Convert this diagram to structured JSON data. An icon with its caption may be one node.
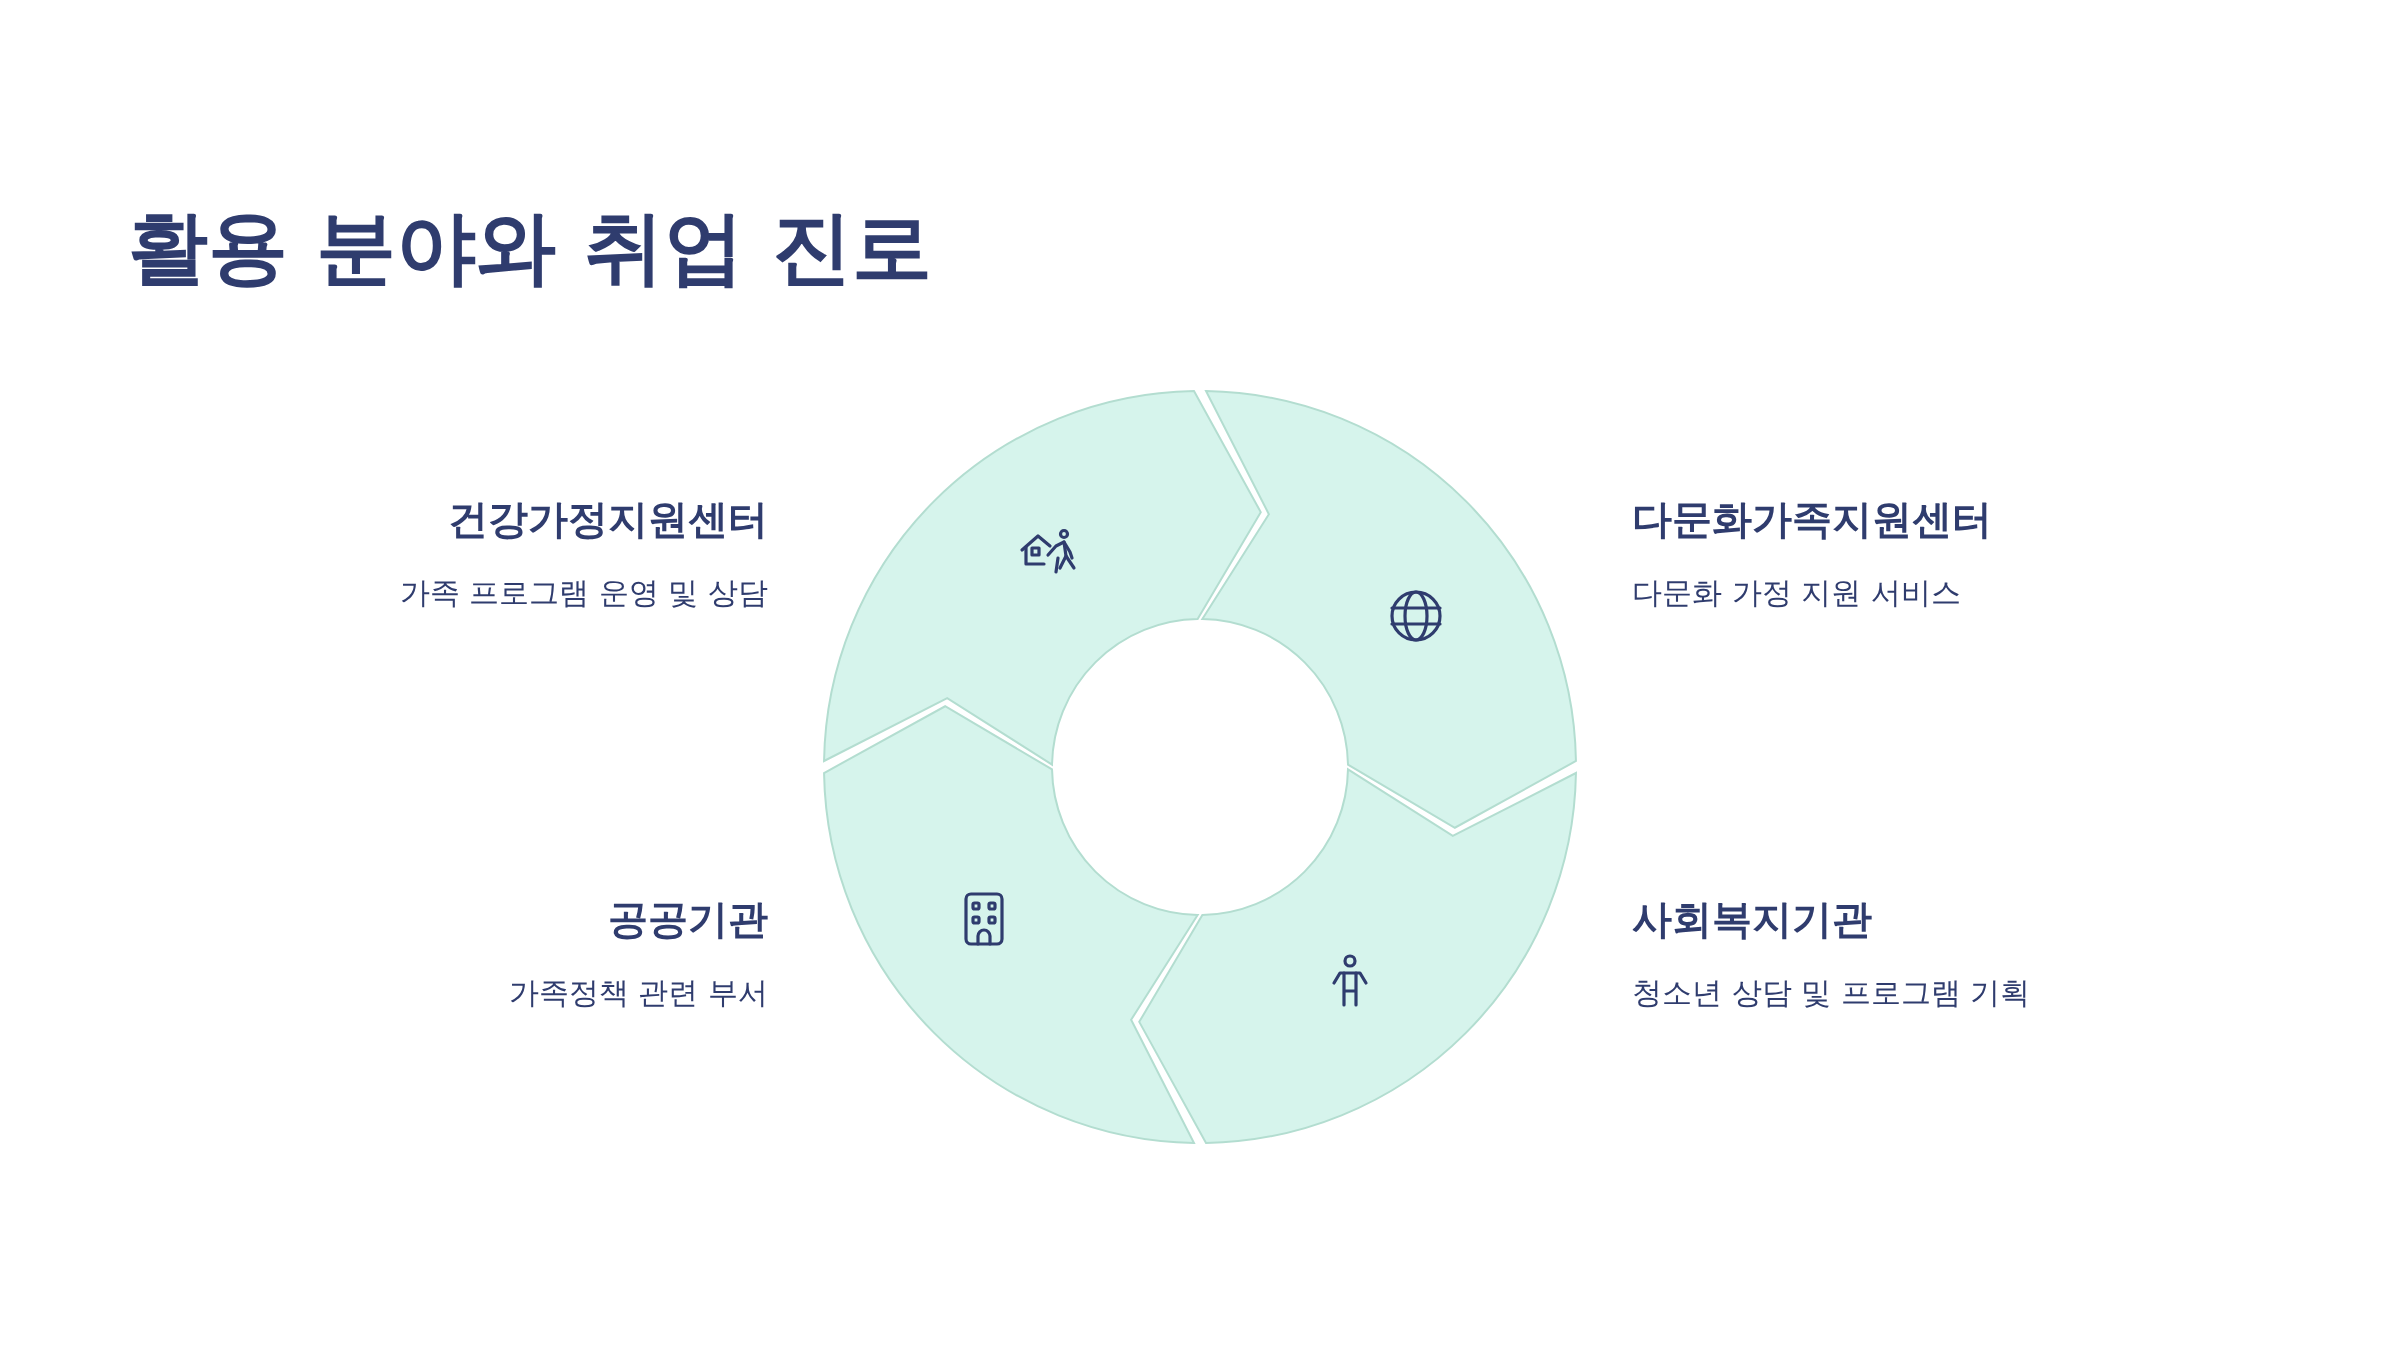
{
  "diagram": {
    "title": "활용 분야와 취업 진로",
    "nodes": [
      {
        "text": [],
        "shape": "arc",
        "beside": [
          "건강가정지원센터",
          "가족 프로그램 운영 및 상담"
        ]
      },
      {
        "text": [],
        "shape": "arc",
        "beside": [
          "다문화가족지원센터",
          "다문화 가정 지원 서비스"
        ]
      },
      {
        "text": [],
        "shape": "arc",
        "beside": [
          "공공기관",
          "가족정책 관련 부서"
        ]
      },
      {
        "text": [],
        "shape": "arc",
        "beside": [
          "사회복지기관",
          "청소년 상담 및 프로그램 기획"
        ]
      }
    ]
  }
}
